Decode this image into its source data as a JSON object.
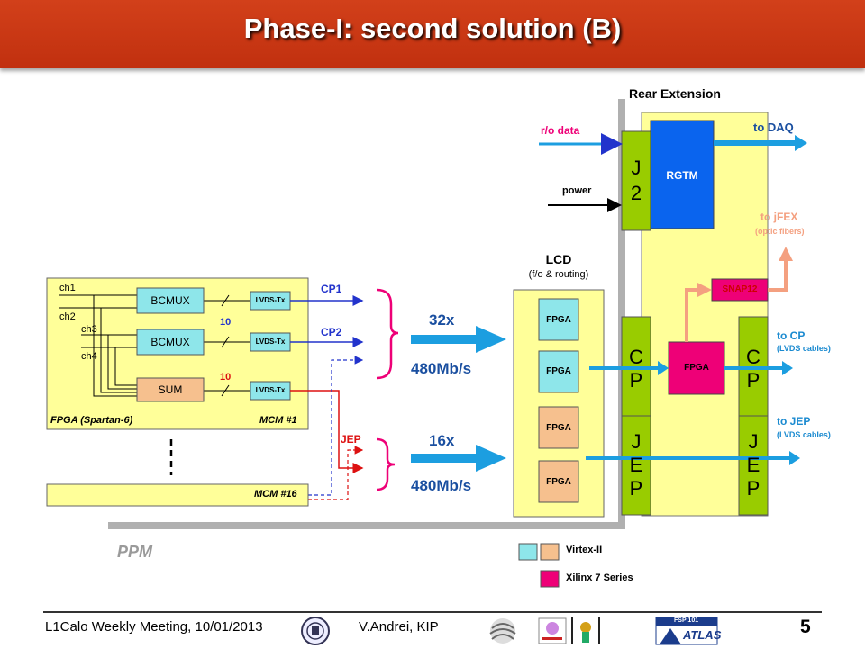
{
  "title": "Phase-I: second solution (B)",
  "mcm": {
    "channels": [
      "ch1",
      "ch2",
      "ch3",
      "ch4"
    ],
    "bcmux1": "BCMUX",
    "bcmux2": "BCMUX",
    "sum": "SUM",
    "lvds": "LVDS-Tx",
    "bus10a": "10",
    "bus10b": "10",
    "fpga_label": "FPGA (Spartan-6)",
    "mcm1_label": "MCM #1",
    "mcm16_label": "MCM #16"
  },
  "signals": {
    "cp1": "CP1",
    "cp2": "CP2",
    "jep": "JEP",
    "x32": "32x",
    "rate1": "480Mb/s",
    "x16": "16x",
    "rate2": "480Mb/s"
  },
  "ppm_label": "PPM",
  "lcd": {
    "title": "LCD",
    "subtitle": "(f/o & routing)",
    "fpgas": [
      "FPGA",
      "FPGA",
      "FPGA",
      "FPGA"
    ]
  },
  "rear": {
    "title": "Rear Extension",
    "ro_data": "r/o data",
    "power": "power",
    "j2": [
      "J",
      "2"
    ],
    "rgtm": "RGTM",
    "to_daq": "to DAQ",
    "to_jfex": "to jFEX",
    "optic": "(optic fibers)",
    "snap12": "SNAP12",
    "fpga": "FPGA",
    "cp_left": [
      "C",
      "P"
    ],
    "jep_left": [
      "J",
      "E",
      "P"
    ],
    "cp_right": [
      "C",
      "P"
    ],
    "jep_right": [
      "J",
      "E",
      "P"
    ],
    "to_cp": "to CP",
    "lvds_cables_1": "(LVDS cables)",
    "to_jep": "to JEP",
    "lvds_cables_2": "(LVDS cables)"
  },
  "legend": {
    "virtex": "Virtex-II",
    "xilinx": "Xilinx 7 Series"
  },
  "footer": {
    "meeting": "L1Calo Weekly Meeting, 10/01/2013",
    "author": "V.Andrei, KIP",
    "page": "5",
    "fsp": "FSP 101",
    "atlas": "ATLAS"
  },
  "colors": {
    "title_bg": "#c8350f",
    "light_yellow": "#ffff99",
    "green": "#99cc00",
    "cyan": "#8ee6ea",
    "peach": "#f6c08e",
    "magenta": "#ee0077",
    "blue": "#0a64ee",
    "arrow_blue": "#1c9ee0",
    "salmon": "#f4a080"
  }
}
